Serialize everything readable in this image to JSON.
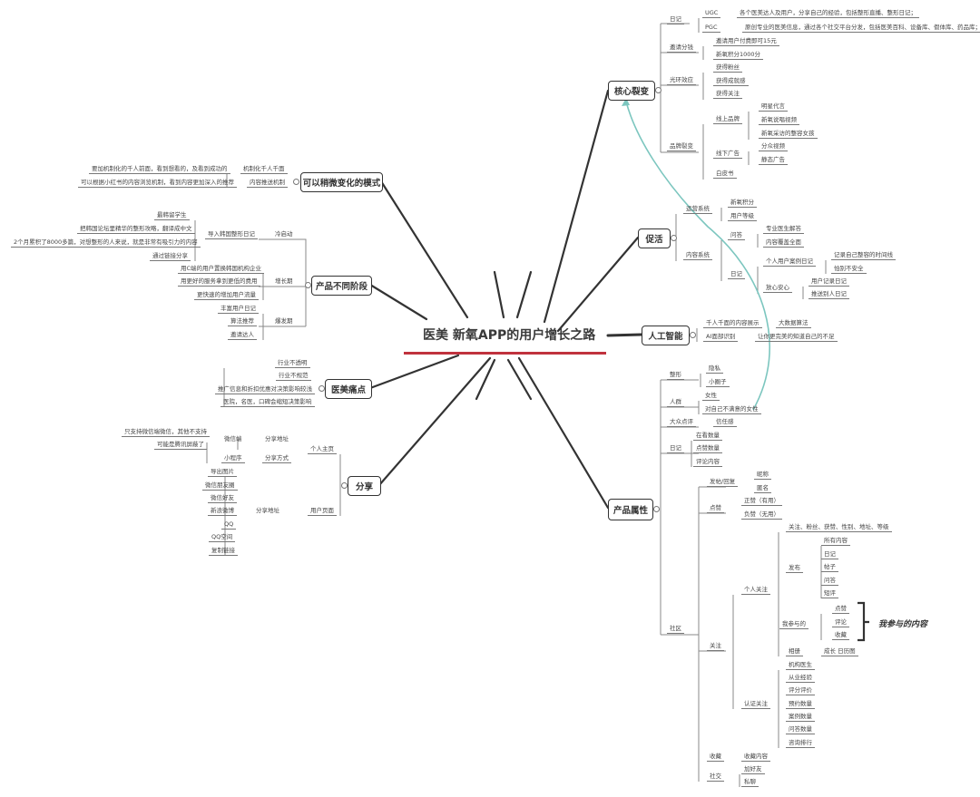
{
  "title": "医美 新氧APP的用户增长之路",
  "colors": {
    "accent_line": "#c0323d",
    "arrow": "#7cc6bf"
  },
  "core": {
    "label": "核心裂变",
    "diary": "日记",
    "ugc": "UGC",
    "ugc_desc": "各个医美达人及用户，分享自己的经验，包括整形直播、整形日记；",
    "pgc": "PGC",
    "pgc_desc": "原创专业的医美信息，通过各个社交平台分发，包括医美百科、设备库、假体库、药品库；",
    "invite": "邀请分钱",
    "invite_items": [
      "邀请用户付费即可15元",
      "新氧积分1000分"
    ],
    "halo": "光环效应",
    "halo_items": [
      "获得粉丝",
      "获得成就感",
      "获得关注"
    ],
    "brand": "品牌裂变",
    "online": "线上品牌",
    "online_items": [
      "明星代言",
      "新氧说唱视频",
      "新氧采访的整容女孩"
    ],
    "offline": "线下广告",
    "offline_items": [
      "分众视频",
      "静态广告"
    ],
    "whitepaper": "白皮书"
  },
  "active": {
    "label": "促活",
    "ops": "运营系统",
    "ops_items": [
      "新氧积分",
      "用户等级"
    ],
    "content": "内容系统",
    "qa": "问答",
    "qa_items": [
      "专业医生解答",
      "内容覆盖全面"
    ],
    "diary": "日记",
    "case": "个人用户案例日记",
    "case_items": [
      "记录自己整容的时间线",
      "怕别不安全"
    ],
    "safe": "放心安心",
    "safe_items": [
      "用户记录日记",
      "推送别人日记"
    ]
  },
  "ai": {
    "label": "人工智能",
    "row1": "千人千面的内容展示",
    "row1_item": "大数据算法",
    "row2": "AI面部识别",
    "row2_item": "让你更完美的知道自己的不足"
  },
  "attr": {
    "label": "产品属性",
    "surgery": "整形",
    "surgery_items": [
      "隐私",
      "小圈子"
    ],
    "crowd": "人群",
    "crowd_items": [
      "女性",
      "对自己不满意的女性"
    ],
    "review": "大众点评",
    "review_item": "信任感",
    "diary": "日记",
    "diary_items": [
      "在看数量",
      "点赞数量",
      "评论内容"
    ],
    "community": "社区",
    "post": "发帖/回复",
    "post_items": [
      "昵称",
      "匿名"
    ],
    "like": "点赞",
    "like_items": [
      "正赞（有用）",
      "负赞（无用）"
    ],
    "follow": "关注",
    "personal": "个人关注",
    "personal_info": "关注、粉丝、获赞、性别、地址、等级",
    "publish": "发布",
    "publish_items": [
      "所有内容",
      "日记",
      "帖子",
      "问答",
      "短评"
    ],
    "joined": "我参与的",
    "joined_items": [
      "点赞",
      "评论",
      "收藏"
    ],
    "joined_note": "我参与的内容",
    "album": "相册",
    "album_item": "成长 日历图",
    "certified": "认证关注",
    "certified_items": [
      "机构医生",
      "从业经验",
      "评分评价",
      "预约数量",
      "案例数量",
      "问答数量",
      "咨询排行"
    ],
    "fav": "收藏",
    "fav_item": "收藏内容",
    "social": "社交",
    "social_items": [
      "加好友",
      "私聊"
    ]
  },
  "mode": {
    "label": "可以稍微变化的模式",
    "m1": "机制化千人千面",
    "m1_desc": "要加机制化的千人前面，看到想看的，及看到成功的",
    "m2": "内容推送机制",
    "m2_desc": "可以根据小红书的内容浏览机制，看到内容更加深入的推荐"
  },
  "stage": {
    "label": "产品不同阶段",
    "cold": "冷启动",
    "import": "导入韩国整形日记",
    "import_items": [
      "最韩留学生",
      "把韩国论坛里精华的整形攻略，翻译成中文",
      "2个月累积了8000多篇，对想整形的人来说，就是非常有吸引力的内容",
      "通过链接分享"
    ],
    "growth": "增长期",
    "growth_items": [
      "用C端的用户置换韩国机构企业",
      "用更好的服务拿到更低的费用",
      "更快速的增加用户流量"
    ],
    "boom": "爆发期",
    "boom_items": [
      "丰富用户日记",
      "算法推荐",
      "邀请达人"
    ]
  },
  "pain": {
    "label": "医美痛点",
    "items": [
      "行业不透明",
      "行业不规范",
      "推广信息和折扣优惠对决策影响较浅",
      "医院，名医，口碑会缩短决策影响"
    ]
  },
  "share": {
    "label": "分享",
    "home": "个人主页",
    "addr": "分享地址",
    "wechat": "微信端",
    "wechat_items": [
      "只支持微信端微信，其他不支持",
      "可能是腾讯屏蔽了"
    ],
    "way": "分享方式",
    "mini": "小程序",
    "user_page": "用户页面",
    "addr2": "分享地址",
    "targets": [
      "导出图片",
      "微信朋友圈",
      "微信好友",
      "新浪微博",
      "QQ",
      "QQ空间",
      "复制链接"
    ]
  }
}
